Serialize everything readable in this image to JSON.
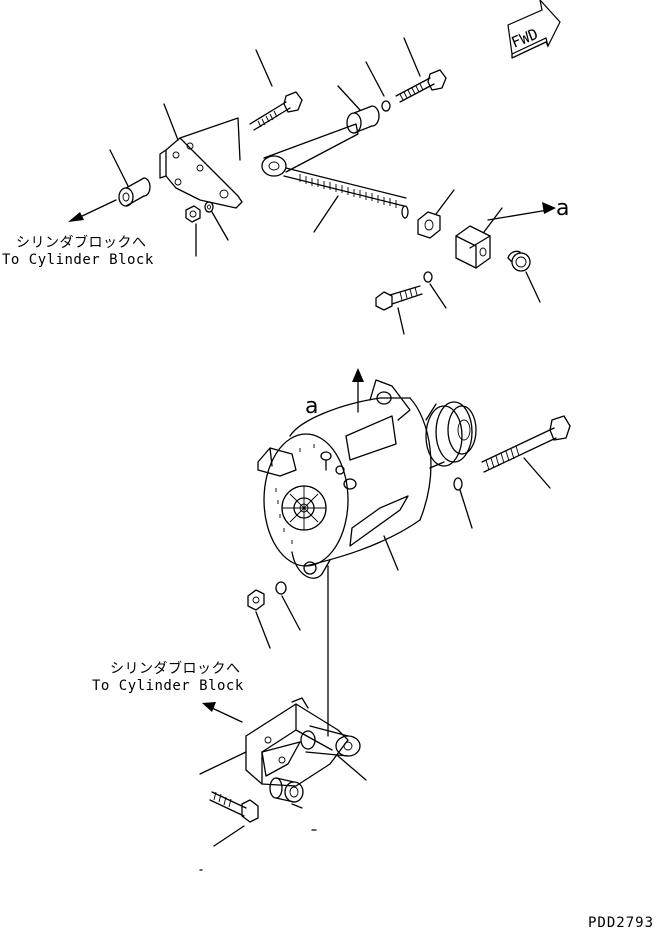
{
  "direction_badge": {
    "text": "FWD"
  },
  "notes": {
    "upper_jp": "シリンダブロックへ",
    "upper_en": "To Cylinder Block",
    "lower_jp": "シリンダブロックへ",
    "lower_en": "To Cylinder Block"
  },
  "view_markers": {
    "upper": "a",
    "lower": "a"
  },
  "drawing_code": "PDD2793"
}
